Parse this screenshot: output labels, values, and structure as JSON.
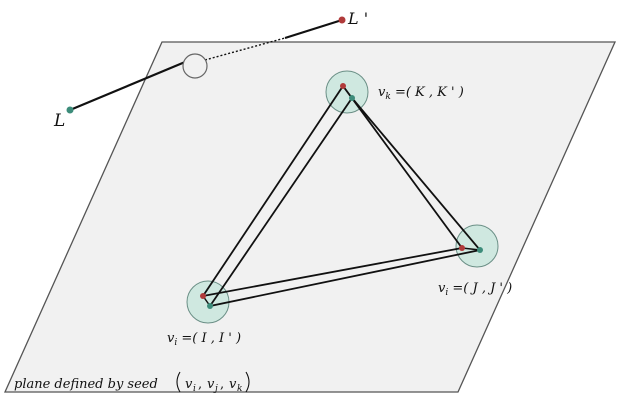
{
  "labels": {
    "L": "L",
    "L_prime": "L '",
    "vk": "v",
    "vk_sub": "k",
    "vk_rest": " =( K , K ' )",
    "vi": "v",
    "vi_sub": "i",
    "vi_rest": " =( I , I ' )",
    "vj": "v",
    "vj_sub": "i",
    "vj_rest": " =( J , J ' )",
    "plane": "plane defined by seed ",
    "plane_v1": "v",
    "plane_s1": "i",
    "plane_v2": "v",
    "plane_s2": "j",
    "plane_v3": "v",
    "plane_s3": "k"
  },
  "colors": {
    "plane_fill": "#f1f1f1",
    "plane_stroke": "#555555",
    "halo_fill": "#cfe8e0",
    "halo_stroke": "#6b8f86",
    "point_red": "#b03a3a",
    "point_teal": "#3c8c7a",
    "line": "#111111"
  }
}
